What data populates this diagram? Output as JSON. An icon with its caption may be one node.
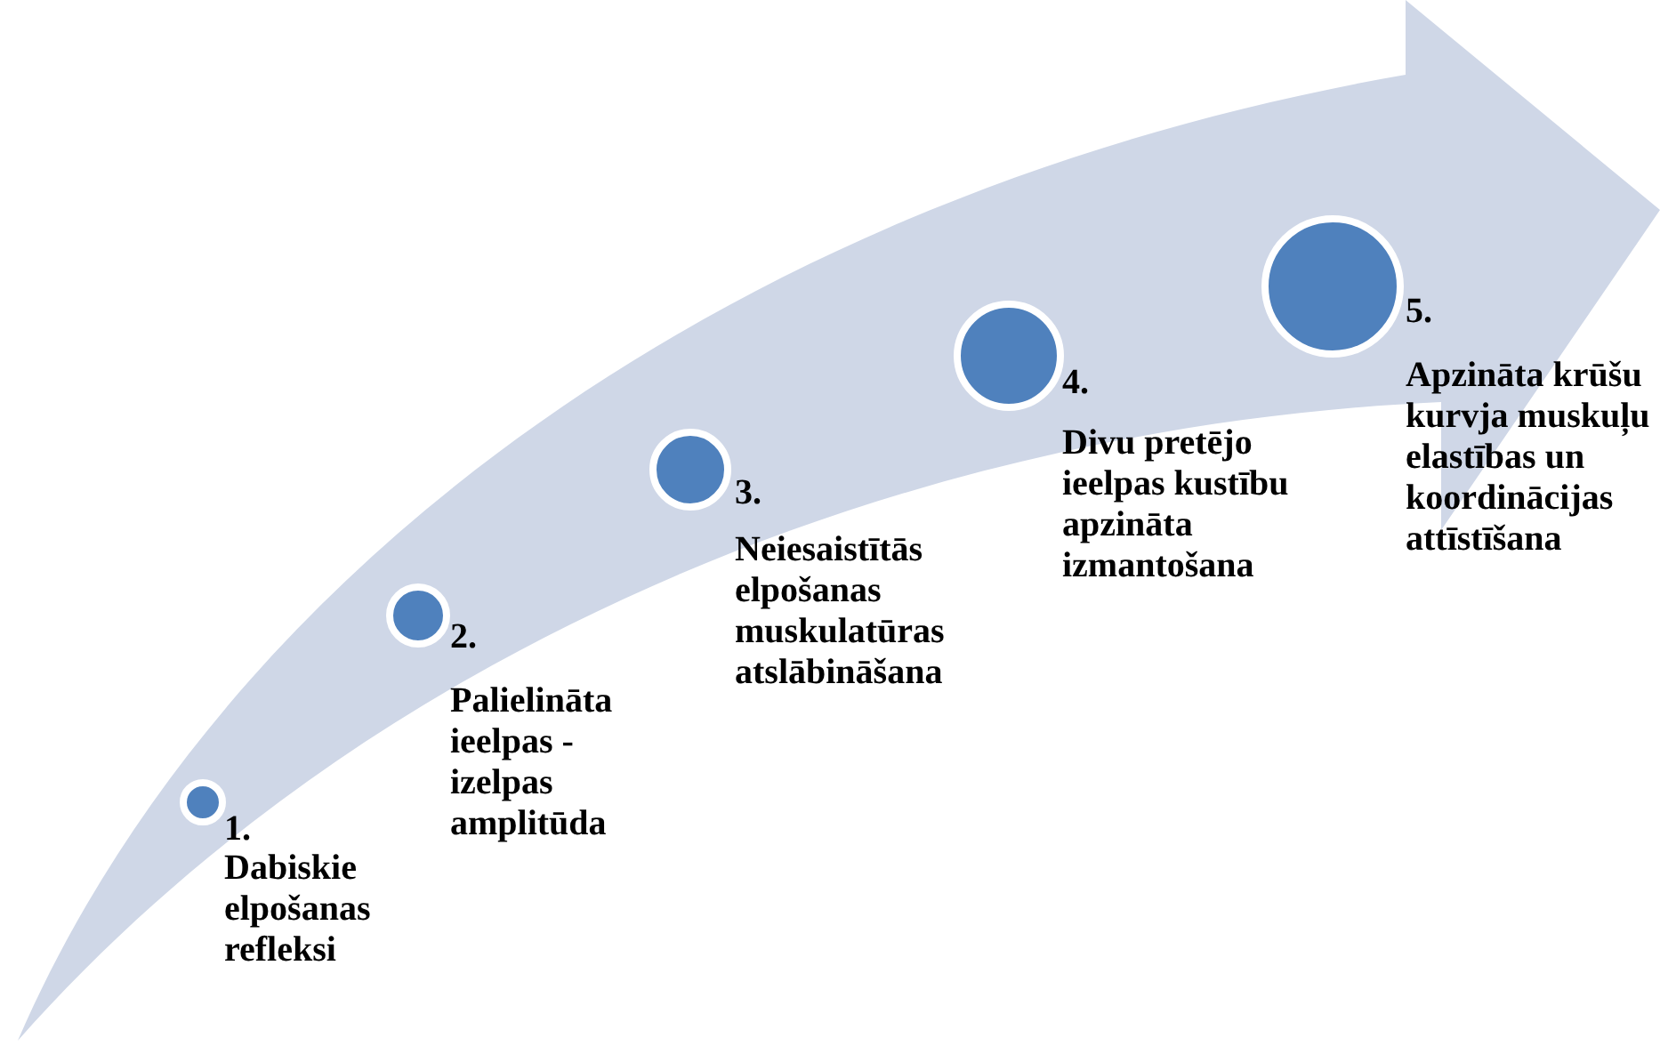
{
  "diagram": {
    "nodes": [
      {
        "text": [],
        "shape": "circle",
        "beside": [
          "1.",
          "Dabiskie elpošanas refleksi"
        ]
      },
      {
        "text": [],
        "shape": "circle",
        "beside": [
          "2.",
          "Palielināta ieelpas - izelpas amplitūda"
        ]
      },
      {
        "text": [],
        "shape": "circle",
        "beside": [
          "3.",
          "Neiesaistītās elpošanas muskulatūras atslābināšana"
        ]
      },
      {
        "text": [],
        "shape": "circle",
        "beside": [
          "4.",
          "Divu pretējo ieelpas kustību apzināta izmantošana"
        ]
      },
      {
        "text": [],
        "shape": "circle",
        "beside": [
          "5.",
          "Apzināta krūšu kurvja muskuļu elastības un koordinācijas attīstīšana"
        ]
      }
    ],
    "edges": []
  }
}
